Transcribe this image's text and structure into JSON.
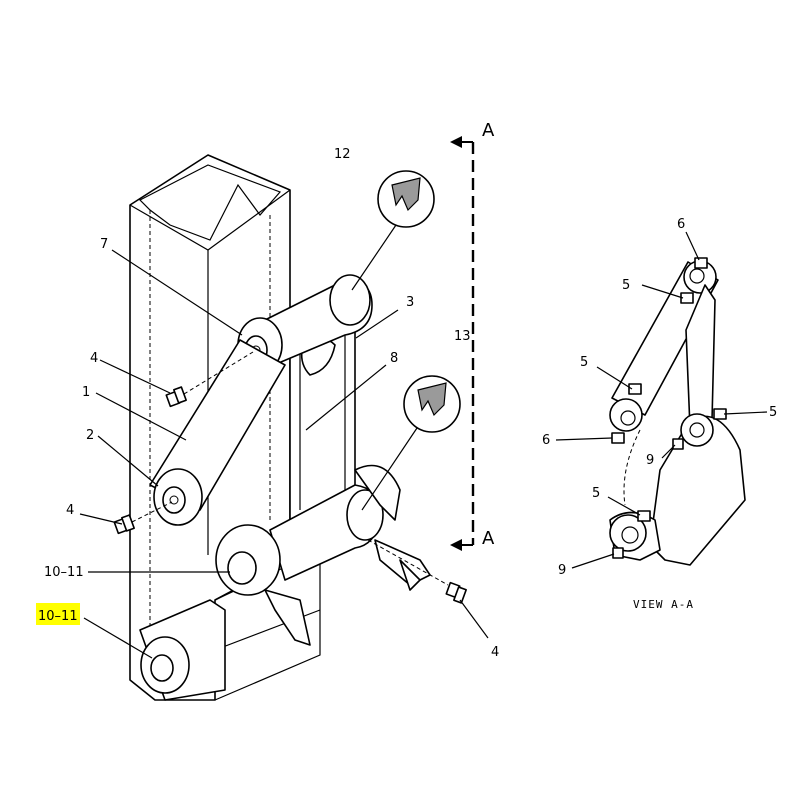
{
  "callouts": {
    "c1": "1",
    "c2": "2",
    "c3": "3",
    "c4a": "4",
    "c4b": "4",
    "c4c": "4",
    "c7": "7",
    "c8": "8",
    "c10_11a": "10–11",
    "c10_11b": "10–11",
    "c12": "12",
    "c13": "13"
  },
  "section_marks": {
    "top": "A",
    "bottom": "A"
  },
  "view": {
    "title": "VIEW A-A",
    "c5a": "5",
    "c5b": "5",
    "c5c": "5",
    "c5d": "5",
    "c6a": "6",
    "c6b": "6",
    "c9a": "9",
    "c9b": "9"
  },
  "colors": {
    "highlight": "#ffff00",
    "line": "#000000"
  }
}
